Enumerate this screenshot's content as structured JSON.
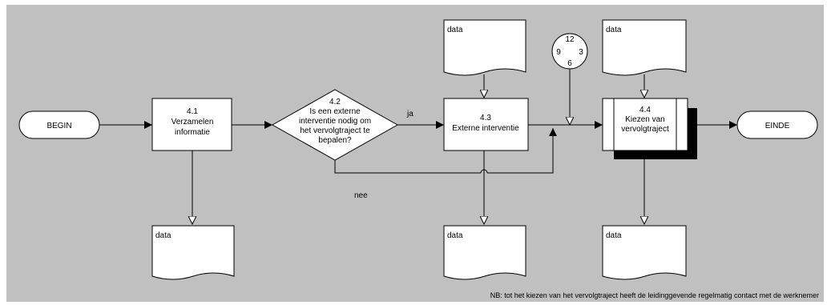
{
  "diagram": {
    "start_label": "BEGIN",
    "end_label": "EINDE",
    "step_41": {
      "number": "4.1",
      "line1": "Verzamelen",
      "line2": "informatie"
    },
    "step_42": {
      "number": "4.2",
      "line1": "Is een externe",
      "line2": "interventie nodig om",
      "line3": "het vervolgtraject te",
      "line4": "bepalen?"
    },
    "step_43": {
      "number": "4.3",
      "line1": "Externe interventie"
    },
    "step_44": {
      "number": "4.4",
      "line1": "Kiezen van",
      "line2": "vervolgtraject"
    },
    "label_yes": "ja",
    "label_no": "nee",
    "document_label": "data",
    "clock": {
      "twelve": "12",
      "three": "3",
      "six": "6",
      "nine": "9"
    },
    "footnote": "NB: tot het kiezen van het vervolgtraject heeft de leidinggevende regelmatig contact met de werknemer"
  },
  "colors": {
    "background": "#c0c0c0",
    "shape_fill": "#ffffff",
    "line": "#000000",
    "shadow": "#000000"
  }
}
